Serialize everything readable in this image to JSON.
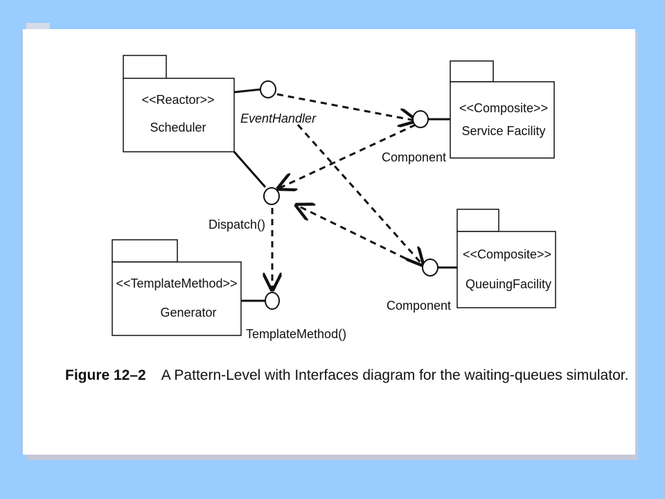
{
  "diagram": {
    "packages": [
      {
        "id": "scheduler",
        "stereotype": "<<Reactor>>",
        "name": "Scheduler"
      },
      {
        "id": "service",
        "stereotype": "<<Composite>>",
        "name": "Service Facility"
      },
      {
        "id": "queuing",
        "stereotype": "<<Composite>>",
        "name": "QueuingFacility"
      },
      {
        "id": "generator",
        "stereotype": "<<TemplateMethod>>",
        "name": "Generator"
      }
    ],
    "interfaces": {
      "event_handler": "EventHandler",
      "component_service": "Component",
      "dispatch": "Dispatch()",
      "component_queuing": "Component",
      "template_method": "TemplateMethod()"
    }
  },
  "caption": {
    "number": "Figure 12–2",
    "text": "A Pattern-Level with Interfaces diagram for the waiting-queues simulator."
  }
}
